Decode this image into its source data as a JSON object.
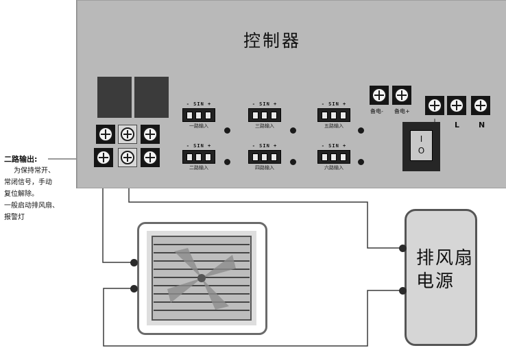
{
  "panel": {
    "title": "控制器",
    "inputs": [
      {
        "sig": "- SIN +",
        "label": "一路输入"
      },
      {
        "sig": "- SIN +",
        "label": "三路输入"
      },
      {
        "sig": "- SIN +",
        "label": "五路输入"
      },
      {
        "sig": "- SIN +",
        "label": "二路输入"
      },
      {
        "sig": "- SIN +",
        "label": "四路输入"
      },
      {
        "sig": "- SIN +",
        "label": "六路输入"
      }
    ],
    "power_labels": {
      "comm_neg": "备电-",
      "comm_pos": "备电+",
      "L": "L",
      "N": "N",
      "ground": "⏚"
    },
    "switch": {
      "on": "I",
      "off": "O"
    }
  },
  "note": {
    "title": "二路输出:",
    "lines": [
      "为保持常开、",
      "常闭信号，手动",
      "复位解除。",
      "一般启动排风扇、",
      "报警灯"
    ]
  },
  "psu": {
    "line1": "排风扇",
    "line2": "电源"
  },
  "colors": {
    "panel": "#b9b9b9",
    "wire": "#3a3a3a",
    "psu": "#d6d6d6"
  }
}
